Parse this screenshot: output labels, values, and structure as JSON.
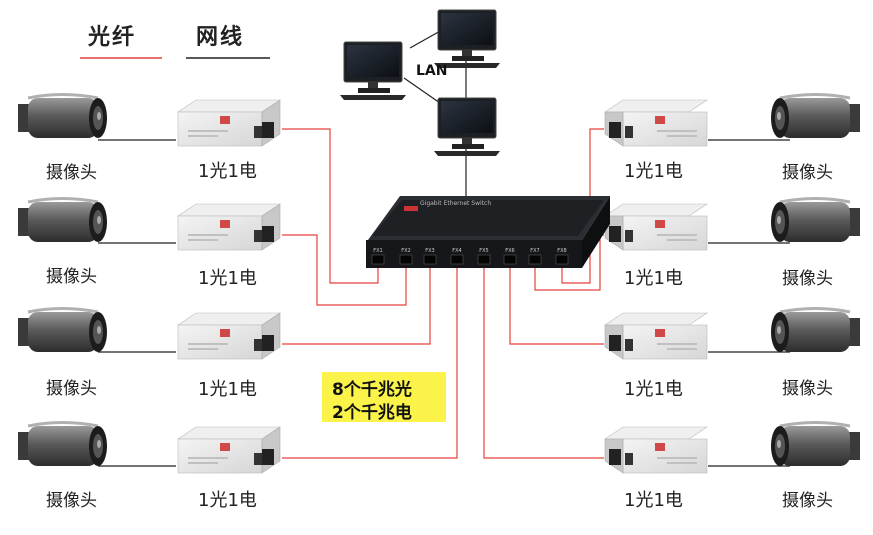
{
  "legend": {
    "fiber_label": "光纤",
    "cable_label": "网线",
    "fiber_color": "#e8413c",
    "cable_color": "#222222"
  },
  "network": {
    "lan_label": "LAN"
  },
  "note": {
    "line1": "8个千兆光",
    "line2": "2个千兆电"
  },
  "left_rows": [
    {
      "camera_label": "摄像头",
      "converter_label": "1光1电"
    },
    {
      "camera_label": "摄像头",
      "converter_label": "1光1电"
    },
    {
      "camera_label": "摄像头",
      "converter_label": "1光1电"
    },
    {
      "camera_label": "摄像头",
      "converter_label": "1光1电"
    }
  ],
  "right_rows": [
    {
      "camera_label": "摄像头",
      "converter_label": "1光1电"
    },
    {
      "camera_label": "摄像头",
      "converter_label": "1光1电"
    },
    {
      "camera_label": "摄像头",
      "converter_label": "1光1电"
    },
    {
      "camera_label": "摄像头",
      "converter_label": "1光1电"
    }
  ],
  "switch": {
    "title": "Gigabit Ethernet Switch",
    "ports": [
      "FX1",
      "FX2",
      "FX3",
      "FX4",
      "FX5",
      "FX6",
      "FX7",
      "FX8"
    ]
  }
}
